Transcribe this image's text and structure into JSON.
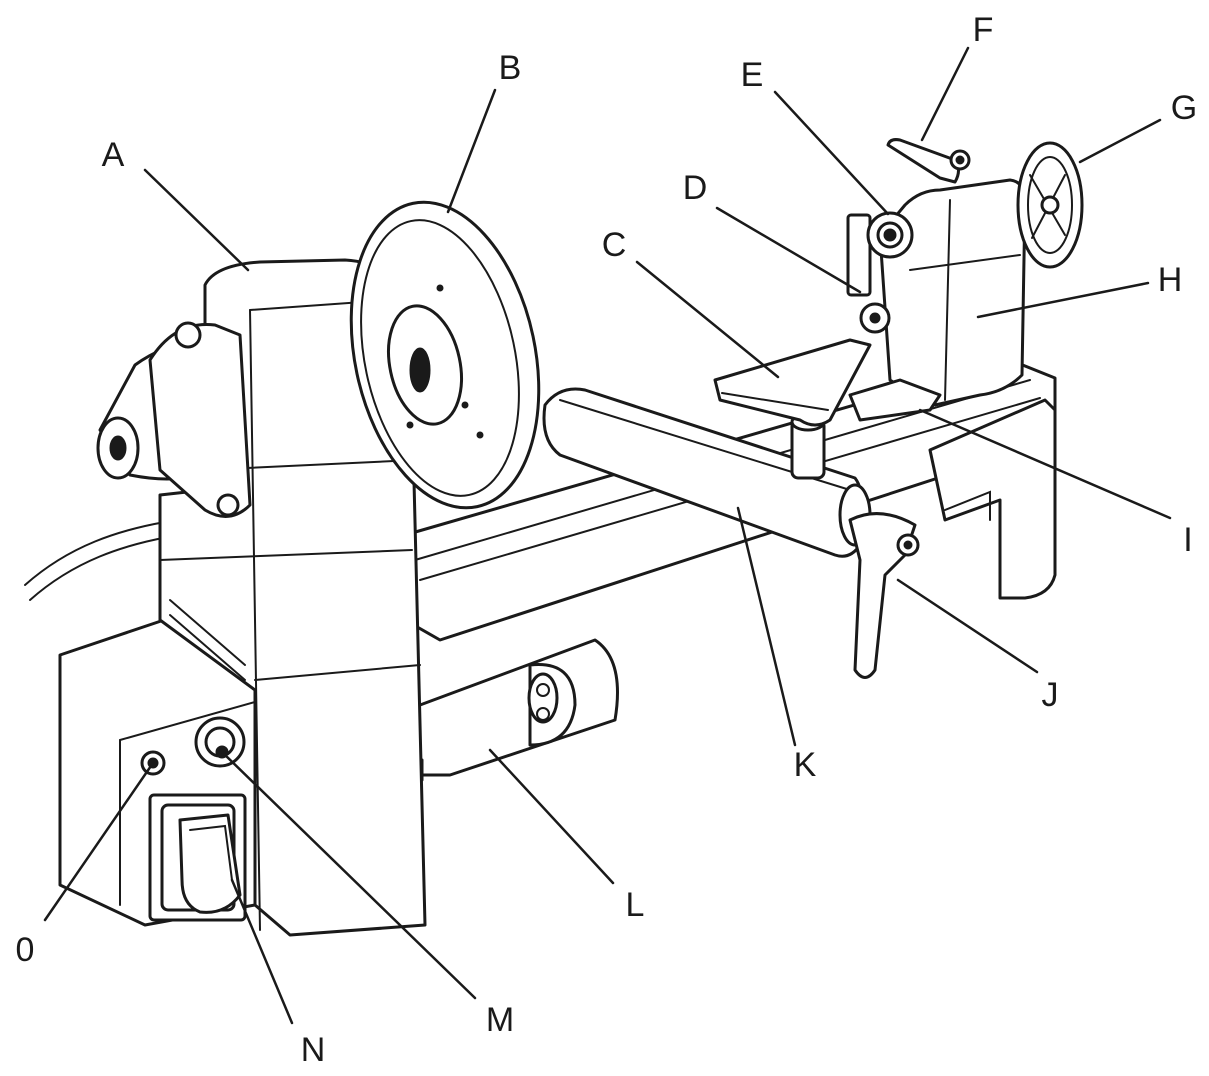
{
  "diagram": {
    "labels": [
      {
        "id": "A",
        "text": "A"
      },
      {
        "id": "B",
        "text": "B"
      },
      {
        "id": "C",
        "text": "C"
      },
      {
        "id": "D",
        "text": "D"
      },
      {
        "id": "E",
        "text": "E"
      },
      {
        "id": "F",
        "text": "F"
      },
      {
        "id": "G",
        "text": "G"
      },
      {
        "id": "H",
        "text": "H"
      },
      {
        "id": "I",
        "text": "I"
      },
      {
        "id": "J",
        "text": "J"
      },
      {
        "id": "K",
        "text": "K"
      },
      {
        "id": "L",
        "text": "L"
      },
      {
        "id": "M",
        "text": "M"
      },
      {
        "id": "N",
        "text": "N"
      },
      {
        "id": "O",
        "text": "0"
      }
    ],
    "colors": {
      "ink": "#1a1a1a",
      "paper": "#ffffff"
    }
  }
}
